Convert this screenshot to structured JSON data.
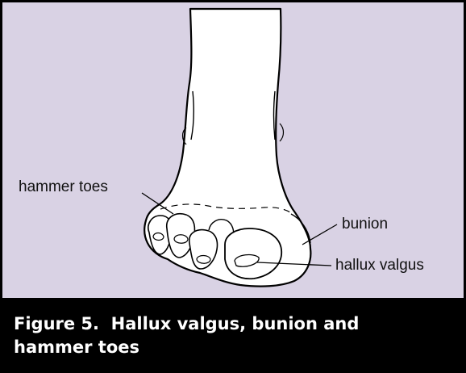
{
  "figure": {
    "labels": {
      "hammer_toes": "hammer toes",
      "bunion": "bunion",
      "hallux_valgus": "hallux valgus"
    },
    "caption": "Figure 5.  Hallux valgus, bunion and hammer toes"
  },
  "colors": {
    "background": "#d9d2e4",
    "foot_fill": "#ffffff",
    "outline": "#000000",
    "caption_bar": "#000000",
    "caption_text": "#ffffff"
  }
}
